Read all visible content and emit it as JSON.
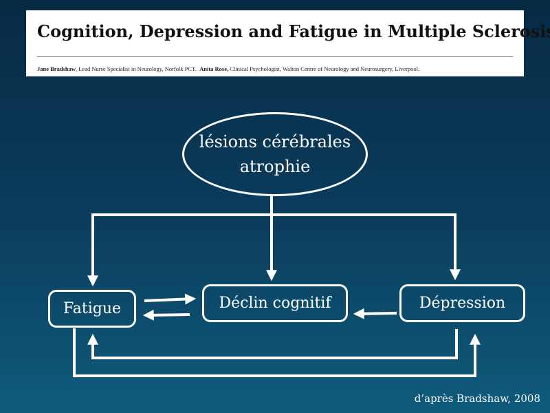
{
  "paper": {
    "title": "Cognition, Depression and Fatigue in Multiple Sclerosis",
    "author1_name": "Jane Bradshaw",
    "author1_role": ", Lead Nurse Specialist in Neurology, Norfolk PCT.",
    "author2_name": "Anita Rose,",
    "author2_role": " Clinical Psychologist, Walton Centre of Neurology and Neurosurgery, Liverpool."
  },
  "diagram": {
    "top_node_line1": "lésions cérébrales",
    "top_node_line2": "atrophie",
    "fatigue": "Fatigue",
    "declin": "Déclin cognitif",
    "depression": "Dépression"
  },
  "citation": "d’après Bradshaw, 2008"
}
